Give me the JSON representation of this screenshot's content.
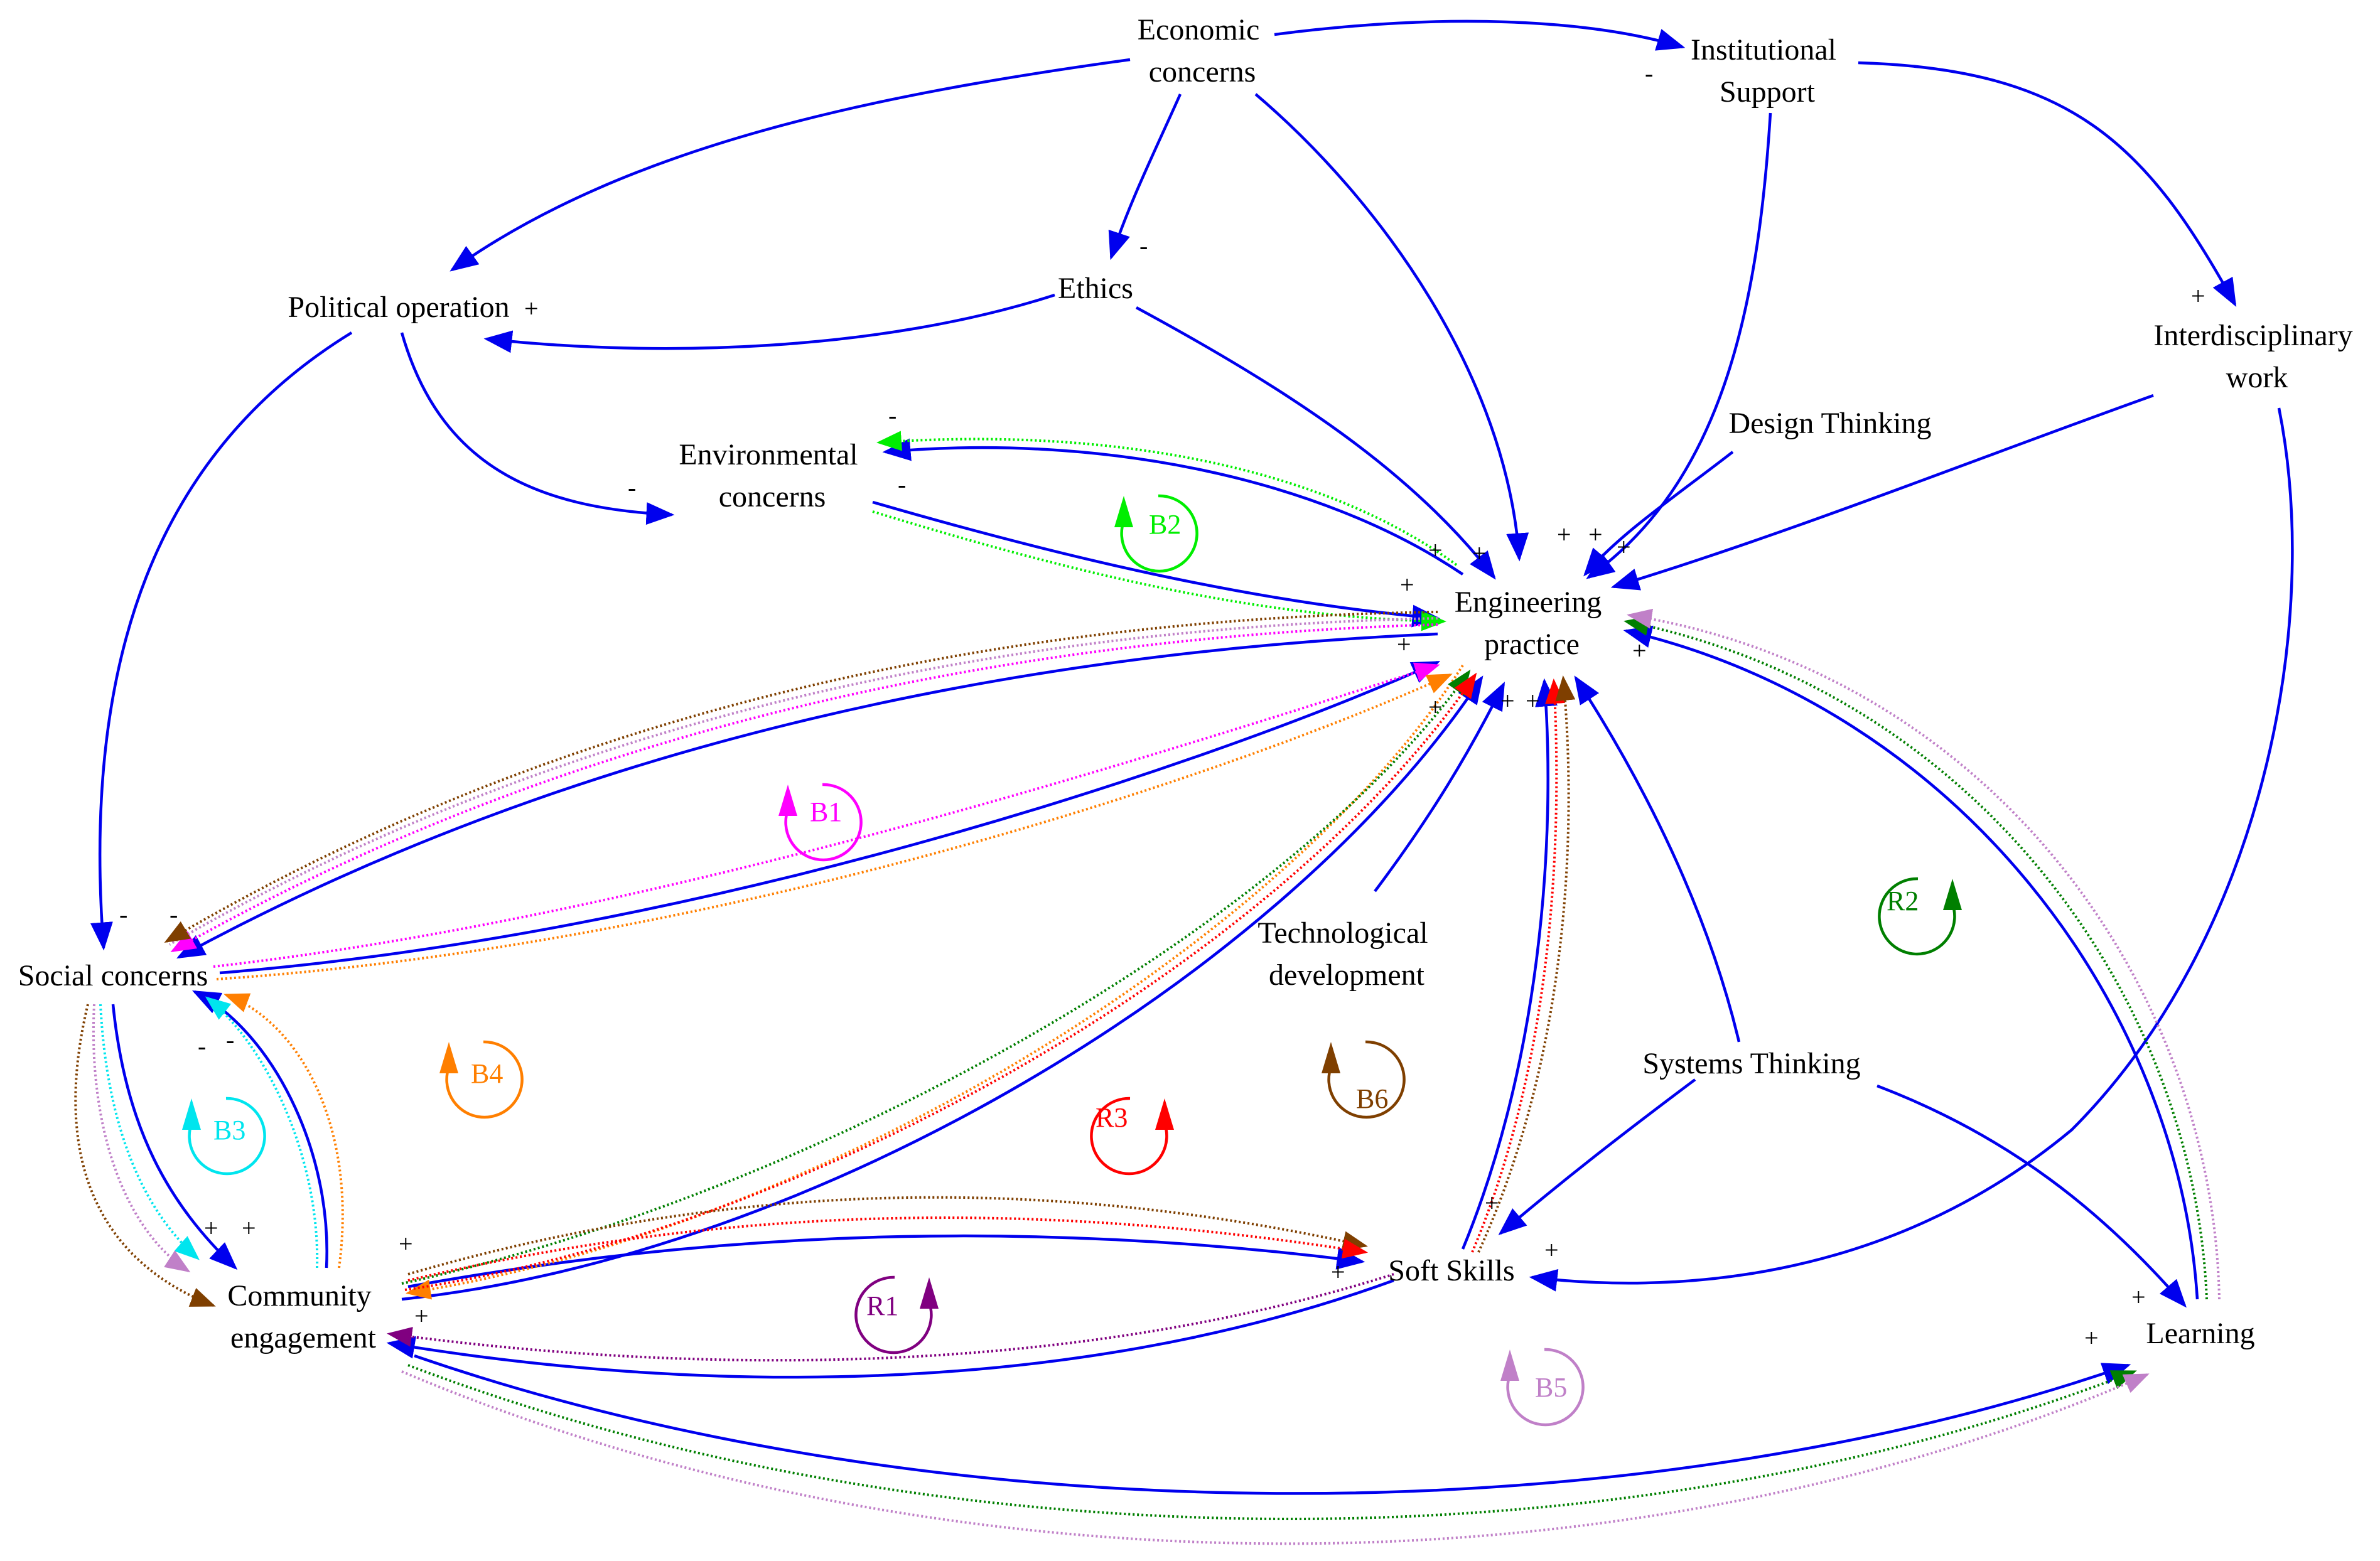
{
  "nodes": {
    "economic": [
      "Economic",
      "concerns"
    ],
    "institutional": [
      "Institutional",
      "Support"
    ],
    "political": [
      "Political operation"
    ],
    "ethics": [
      "Ethics"
    ],
    "interdisciplinary": [
      "Interdisciplinary",
      "work"
    ],
    "environmental": [
      "Environmental",
      "concerns"
    ],
    "design": [
      "Design Thinking"
    ],
    "engineering": [
      "Engineering",
      "practice"
    ],
    "technological": [
      "Technological",
      "development"
    ],
    "systems": [
      "Systems Thinking"
    ],
    "social": [
      "Social concerns"
    ],
    "community": [
      "Community",
      "engagement"
    ],
    "softskills": [
      "Soft Skills"
    ],
    "learning": [
      "Learning"
    ]
  },
  "loops": [
    {
      "id": "B1",
      "label": "B1",
      "color": "#ff00ff"
    },
    {
      "id": "B2",
      "label": "B2",
      "color": "#00ee00"
    },
    {
      "id": "B3",
      "label": "B3",
      "color": "#00e5ee"
    },
    {
      "id": "B4",
      "label": "B4",
      "color": "#ff7f00"
    },
    {
      "id": "B5",
      "label": "B5",
      "color": "#c080c8"
    },
    {
      "id": "B6",
      "label": "B6",
      "color": "#7f3f00"
    },
    {
      "id": "R1",
      "label": "R1",
      "color": "#800080"
    },
    {
      "id": "R2",
      "label": "R2",
      "color": "#007f00"
    },
    {
      "id": "R3",
      "label": "R3",
      "color": "#ff0000"
    }
  ],
  "links": [
    {
      "from": "economic",
      "to": "institutional",
      "sign": "-"
    },
    {
      "from": "economic",
      "to": "political",
      "sign": "+"
    },
    {
      "from": "economic",
      "to": "ethics",
      "sign": "-"
    },
    {
      "from": "economic",
      "to": "engineering",
      "sign": "+"
    },
    {
      "from": "institutional",
      "to": "interdisciplinary",
      "sign": "+"
    },
    {
      "from": "institutional",
      "to": "engineering",
      "sign": "+"
    },
    {
      "from": "ethics",
      "to": "political",
      "sign": "+"
    },
    {
      "from": "ethics",
      "to": "engineering",
      "sign": "+"
    },
    {
      "from": "political",
      "to": "environmental",
      "sign": "-"
    },
    {
      "from": "political",
      "to": "social",
      "sign": "-"
    },
    {
      "from": "environmental",
      "to": "engineering",
      "sign": "+"
    },
    {
      "from": "engineering",
      "to": "environmental",
      "sign": "-"
    },
    {
      "from": "design",
      "to": "engineering",
      "sign": "+"
    },
    {
      "from": "interdisciplinary",
      "to": "engineering",
      "sign": "+"
    },
    {
      "from": "interdisciplinary",
      "to": "softskills",
      "sign": "+"
    },
    {
      "from": "technological",
      "to": "engineering",
      "sign": "+"
    },
    {
      "from": "systems",
      "to": "engineering",
      "sign": "+"
    },
    {
      "from": "systems",
      "to": "softskills",
      "sign": "+"
    },
    {
      "from": "systems",
      "to": "learning",
      "sign": "+"
    },
    {
      "from": "social",
      "to": "engineering",
      "sign": "+"
    },
    {
      "from": "engineering",
      "to": "social",
      "sign": "-"
    },
    {
      "from": "social",
      "to": "community",
      "sign": "+"
    },
    {
      "from": "community",
      "to": "social",
      "sign": "-"
    },
    {
      "from": "community",
      "to": "engineering",
      "sign": "+"
    },
    {
      "from": "community",
      "to": "softskills",
      "sign": "+"
    },
    {
      "from": "softskills",
      "to": "community",
      "sign": "+"
    },
    {
      "from": "softskills",
      "to": "engineering",
      "sign": "+"
    },
    {
      "from": "community",
      "to": "learning",
      "sign": "+"
    },
    {
      "from": "learning",
      "to": "engineering",
      "sign": "+"
    }
  ],
  "colors": {
    "link": "#0000ee",
    "text": "#000000",
    "background": "#ffffff"
  }
}
